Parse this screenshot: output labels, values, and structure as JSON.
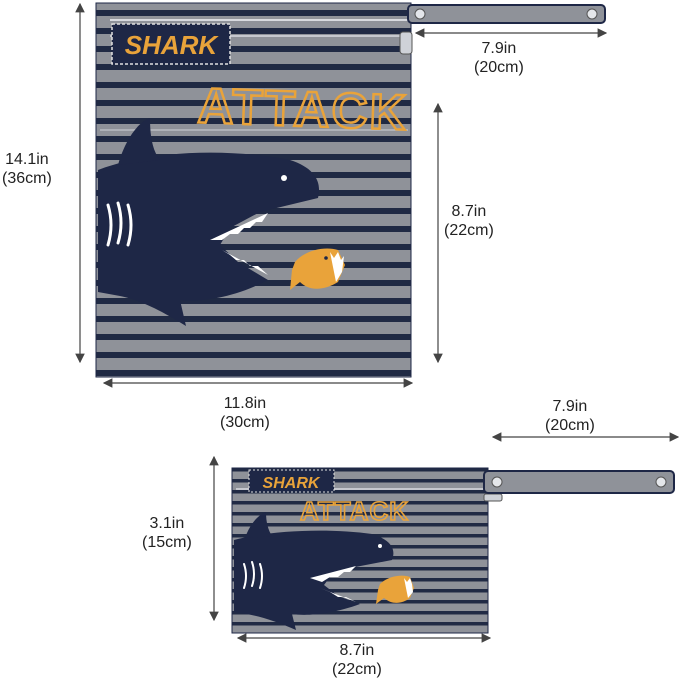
{
  "colors": {
    "stripe_gray": "#8f9299",
    "stripe_navy": "#202a44",
    "shark_navy": "#1e2746",
    "accent_orange": "#e9a33a",
    "dimension_line": "#444444"
  },
  "large_bag": {
    "badge_text": "SHARK",
    "headline_text": "ATTACK",
    "dimensions": {
      "height": {
        "inches": "14.1in",
        "cm": "(36cm)"
      },
      "pocket_height": {
        "inches": "8.7in",
        "cm": "(22cm)"
      },
      "width": {
        "inches": "11.8in",
        "cm": "(30cm)"
      },
      "strap_length": {
        "inches": "7.9in",
        "cm": "(20cm)"
      }
    }
  },
  "small_bag": {
    "badge_text": "SHARK",
    "headline_text": "ATTACK",
    "dimensions": {
      "height": {
        "inches": "3.1in",
        "cm": "(15cm)"
      },
      "width": {
        "inches": "8.7in",
        "cm": "(22cm)"
      },
      "strap_length": {
        "inches": "7.9in",
        "cm": "(20cm)"
      }
    }
  }
}
